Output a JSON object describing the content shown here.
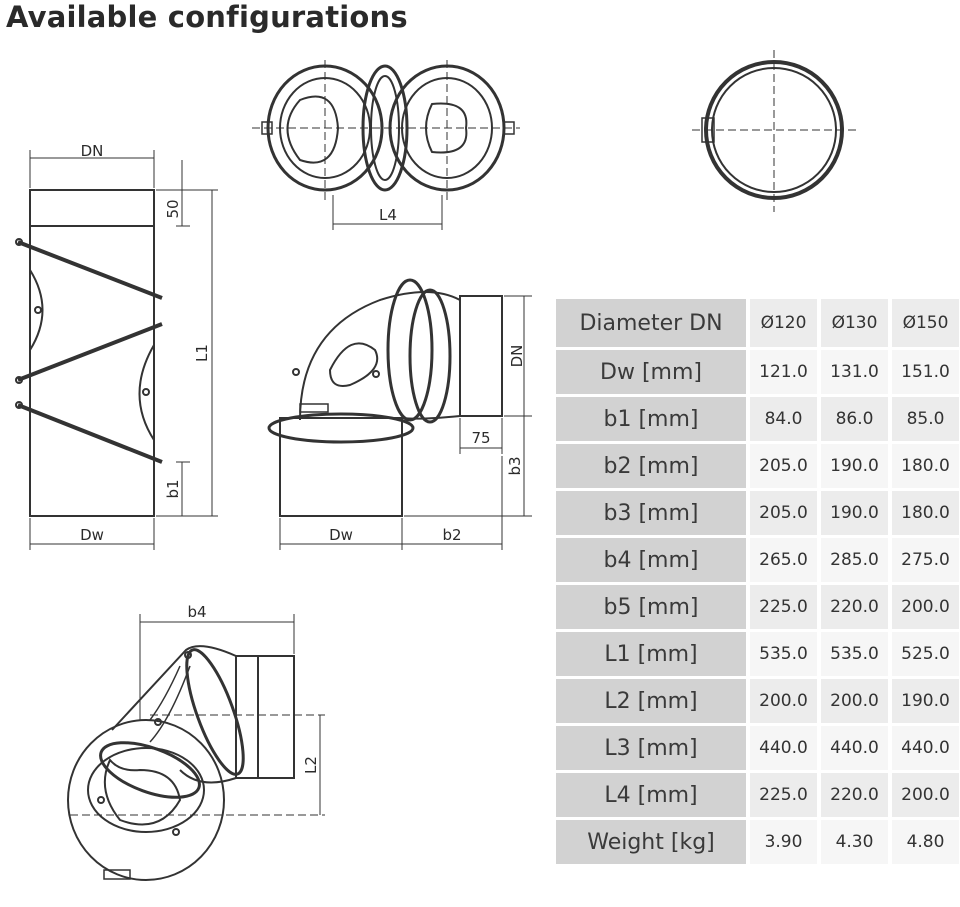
{
  "title": "Available configurations",
  "dimension_labels": {
    "dn_top": "DN",
    "fifty": "50",
    "l1": "L1",
    "b1": "b1",
    "dw_left": "Dw",
    "l4": "L4",
    "dn_elbow": "DN",
    "seventy_five": "75",
    "b3": "b3",
    "dw_elbow": "Dw",
    "b2": "b2",
    "b4": "b4",
    "l2": "L2"
  },
  "table": {
    "header": {
      "label": "Diameter DN",
      "values": [
        "Ø120",
        "Ø130",
        "Ø150"
      ]
    },
    "rows": [
      {
        "label": "Dw [mm]",
        "values": [
          "121.0",
          "131.0",
          "151.0"
        ]
      },
      {
        "label": "b1 [mm]",
        "values": [
          "84.0",
          "86.0",
          "85.0"
        ]
      },
      {
        "label": "b2 [mm]",
        "values": [
          "205.0",
          "190.0",
          "180.0"
        ]
      },
      {
        "label": "b3 [mm]",
        "values": [
          "205.0",
          "190.0",
          "180.0"
        ]
      },
      {
        "label": "b4 [mm]",
        "values": [
          "265.0",
          "285.0",
          "275.0"
        ]
      },
      {
        "label": "b5 [mm]",
        "values": [
          "225.0",
          "220.0",
          "200.0"
        ]
      },
      {
        "label": "L1 [mm]",
        "values": [
          "535.0",
          "535.0",
          "525.0"
        ]
      },
      {
        "label": "L2 [mm]",
        "values": [
          "200.0",
          "200.0",
          "190.0"
        ]
      },
      {
        "label": "L3 [mm]",
        "values": [
          "440.0",
          "440.0",
          "440.0"
        ]
      },
      {
        "label": "L4 [mm]",
        "values": [
          "225.0",
          "220.0",
          "200.0"
        ]
      },
      {
        "label": "Weight [kg]",
        "values": [
          "3.90",
          "4.30",
          "4.80"
        ]
      }
    ]
  }
}
